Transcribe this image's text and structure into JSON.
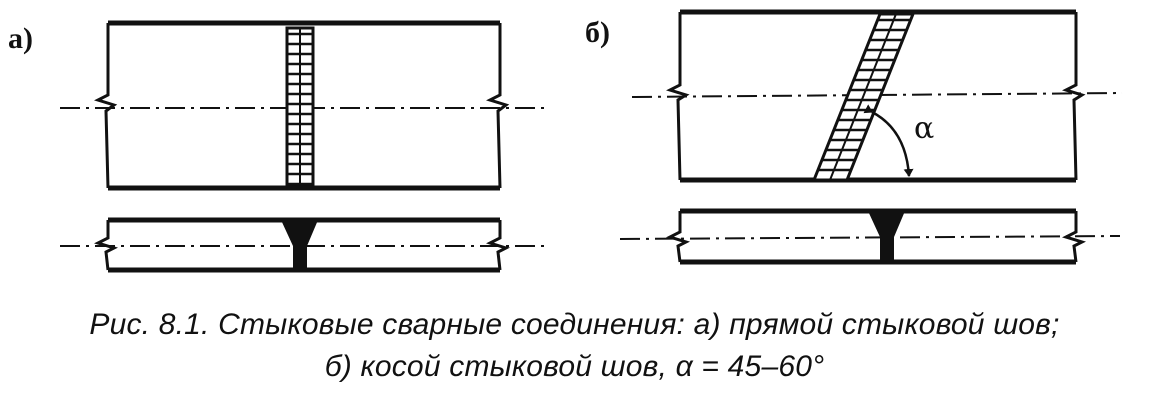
{
  "figure": {
    "panel_a_label": "а)",
    "panel_b_label": "б)",
    "angle_label": "α"
  },
  "caption": {
    "line1": "Рис. 8.1. Стыковые сварные соединения: а) прямой стыковой шов;",
    "line2": "б) косой стыковой шов, α = 45–60°"
  }
}
